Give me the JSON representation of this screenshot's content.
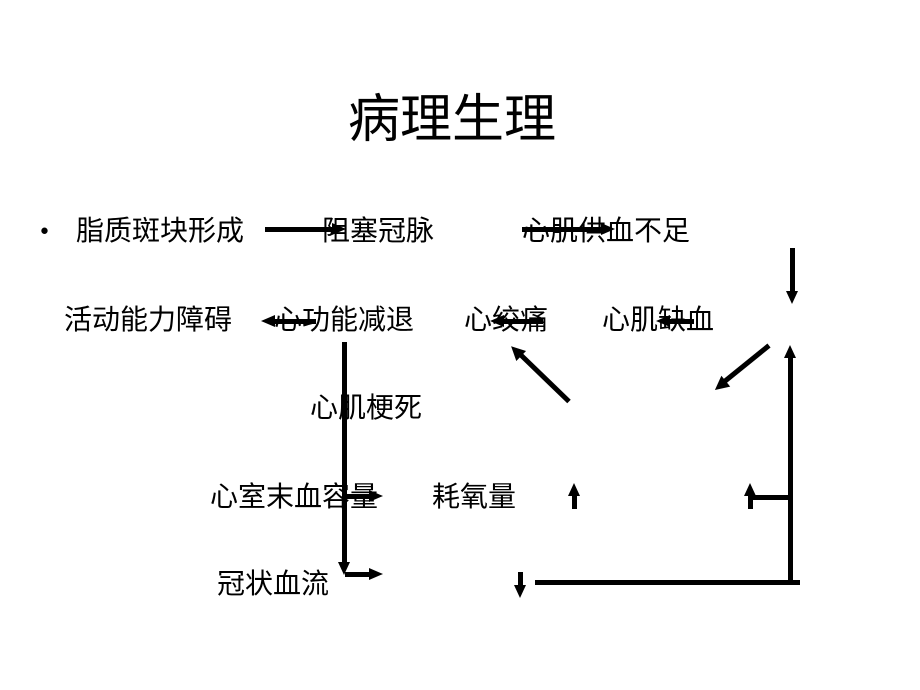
{
  "slide": {
    "title": "病理生理",
    "bullet": "•",
    "row1": {
      "plaque": "脂质斑块形成",
      "obstruct": "阻塞冠脉",
      "supply": "心肌供血不足"
    },
    "row2": {
      "activity": "活动能力障碍",
      "function": "心功能减退",
      "angina": "心绞痛",
      "ischemia": "心肌缺血"
    },
    "row3": {
      "infarction": "心肌梗死"
    },
    "row4": {
      "edv": "心室末血容量",
      "oxygen": "耗氧量"
    },
    "row5": {
      "flow": "冠状血流"
    }
  }
}
